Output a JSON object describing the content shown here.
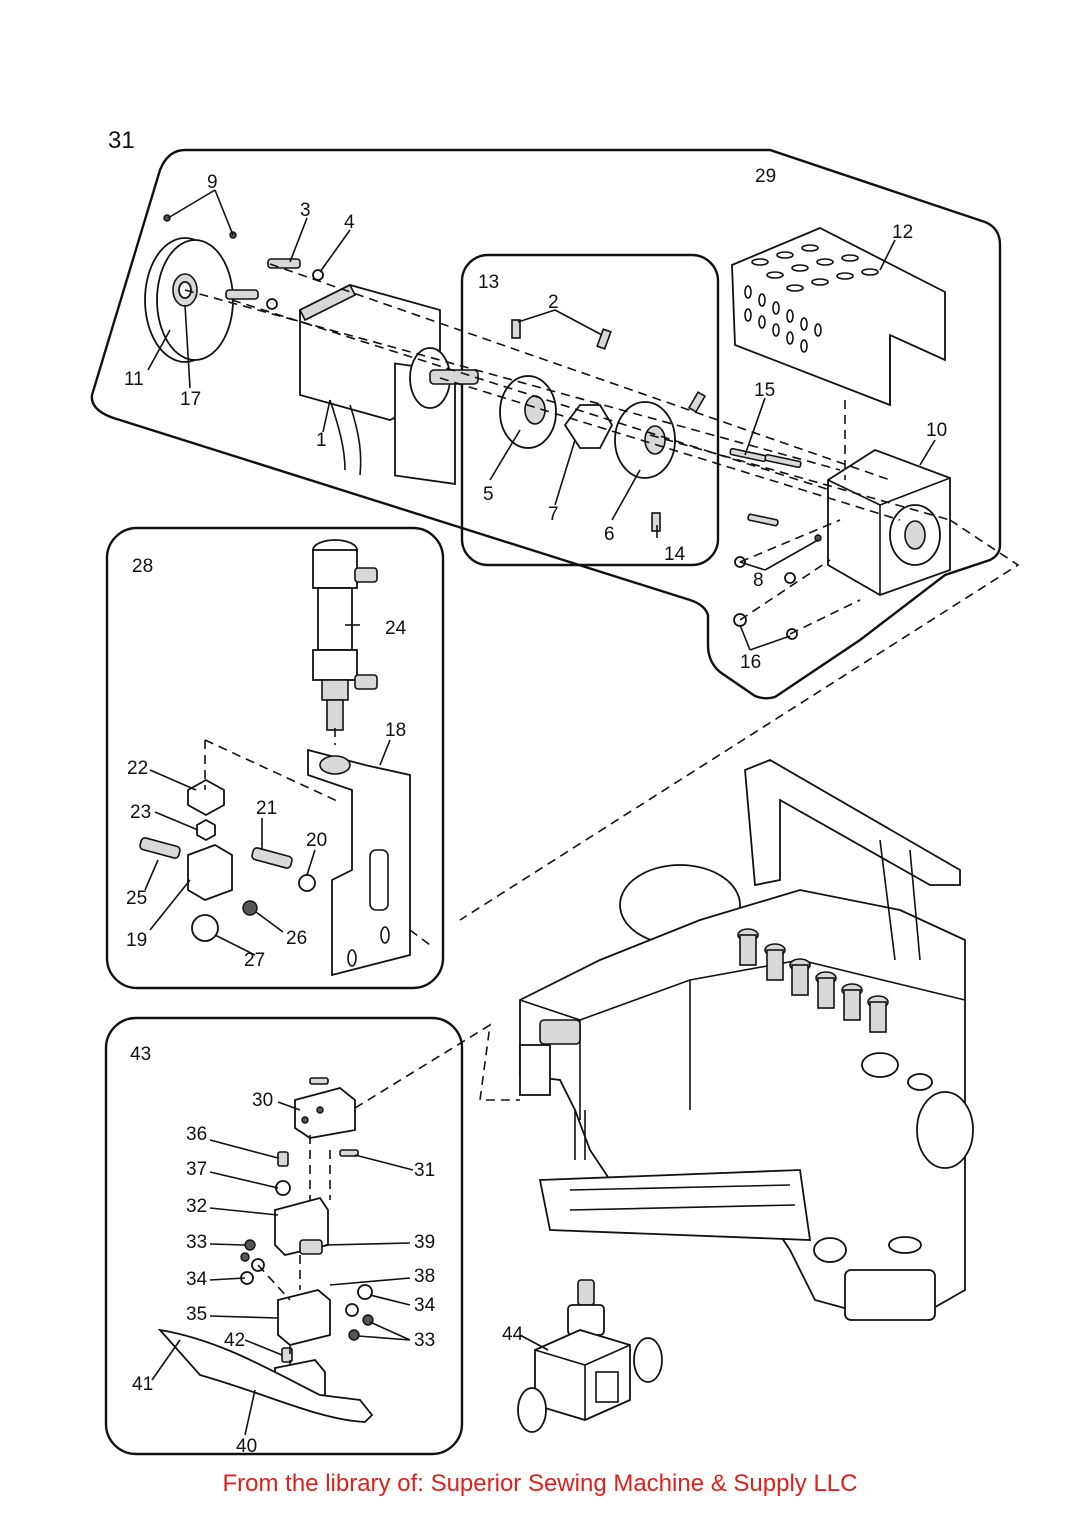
{
  "diagram": {
    "assembly_number": "31",
    "callouts": {
      "c1": "1",
      "c2": "2",
      "c3": "3",
      "c4": "4",
      "c5": "5",
      "c6": "6",
      "c7": "7",
      "c8": "8",
      "c9": "9",
      "c10": "10",
      "c11": "11",
      "c12": "12",
      "c13": "13",
      "c14": "14",
      "c15": "15",
      "c16": "16",
      "c17": "17",
      "c18": "18",
      "c19": "19",
      "c20": "20",
      "c21": "21",
      "c22": "22",
      "c23": "23",
      "c24": "24",
      "c25": "25",
      "c26": "26",
      "c27": "27",
      "c28": "28",
      "c29": "29",
      "c30": "30",
      "c31": "31",
      "c32": "32",
      "c33": "33",
      "c34": "34",
      "c35": "35",
      "c36": "36",
      "c37": "37",
      "c38": "38",
      "c39": "39",
      "c40": "40",
      "c41": "41",
      "c42": "42",
      "c43": "43",
      "c44": "44"
    }
  },
  "footer": {
    "text": "From the library of: Superior Sewing Machine & Supply LLC",
    "color": "#e0201b"
  }
}
